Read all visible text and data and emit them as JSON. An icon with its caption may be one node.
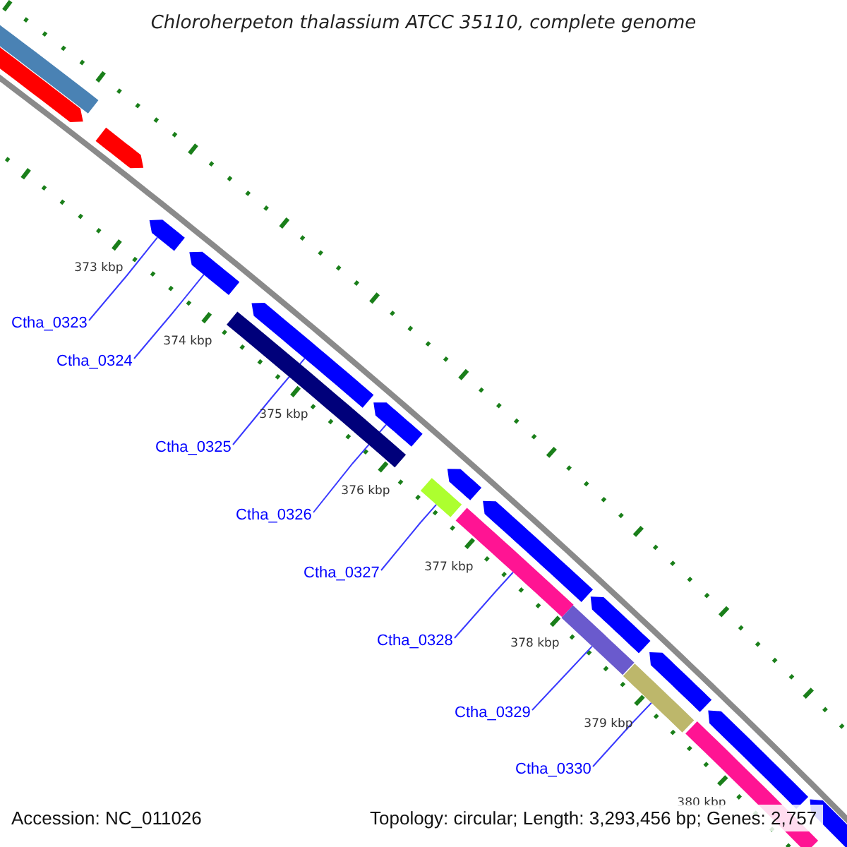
{
  "diagram": {
    "title": "Chloroherpeton thalassium ATCC 35110, complete genome",
    "nodes": [
      {
        "text": [
          "Ctha_0323"
        ]
      },
      {
        "text": [
          "Ctha_0324"
        ]
      },
      {
        "text": [
          "Ctha_0325"
        ]
      },
      {
        "text": [
          "Ctha_0326"
        ]
      },
      {
        "text": [
          "Ctha_0327"
        ]
      },
      {
        "text": [
          "Ctha_0328"
        ]
      },
      {
        "text": [
          "Ctha_0329"
        ]
      },
      {
        "text": [
          "Ctha_0330"
        ]
      },
      {
        "text": [],
        "shape": "arrow"
      },
      {
        "text": [],
        "shape": "arrow"
      },
      {
        "text": [],
        "shape": "arrow"
      },
      {
        "text": [],
        "shape": "arrow"
      },
      {
        "text": [],
        "shape": "bar"
      },
      {
        "text": [],
        "shape": "bar"
      },
      {
        "text": [],
        "shape": "bar"
      },
      {
        "text": [],
        "shape": "bar"
      }
    ],
    "edges": [
      {
        "from": 0,
        "to": 8,
        "arrow": "none"
      },
      {
        "from": 1,
        "to": 9,
        "arrow": "none"
      },
      {
        "from": 2,
        "to": 10,
        "arrow": "none"
      },
      {
        "from": 3,
        "to": 11,
        "arrow": "none"
      },
      {
        "from": 4,
        "to": 12,
        "arrow": "none"
      },
      {
        "from": 5,
        "to": 13,
        "arrow": "none"
      },
      {
        "from": 6,
        "to": 14,
        "arrow": "none"
      },
      {
        "from": 7,
        "to": 15,
        "arrow": "none"
      }
    ],
    "labels": [
      "373 kbp",
      "374 kbp",
      "375 kbp",
      "376 kbp",
      "377 kbp",
      "378 kbp",
      "379 kbp",
      "380 kbp",
      "Accession: NC_011026",
      "Topology: circular; Length: 3,293,456 bp; Genes: 2,757"
    ]
  }
}
